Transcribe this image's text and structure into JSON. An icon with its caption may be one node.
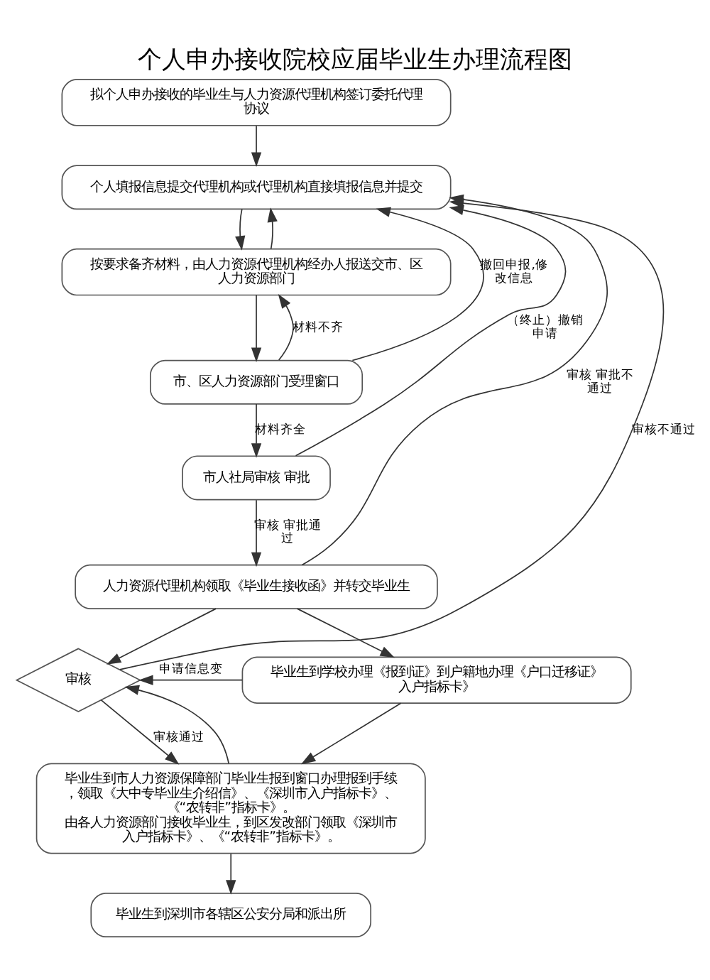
{
  "diagram": {
    "title": "个人申办接收院校应届毕业生办理流程图",
    "nodes": [
      {
        "text": [
          "拟个人申办接收的毕业生与人力资源代理机构签订委托代理协议"
        ]
      },
      {
        "text": [
          "个人填报信息提交代理机构或代理机构直接填报信息并提交"
        ]
      },
      {
        "text": [
          "按要求备齐材料，由人力资源代理机构经办人报送交市、区人力资源部门"
        ]
      },
      {
        "text": [
          "市、区人力资源部门受理窗口"
        ]
      },
      {
        "text": [
          "市人社局审核 审批"
        ]
      },
      {
        "text": [
          "人力资源代理机构领取《毕业生接收函》并转交毕业生"
        ]
      },
      {
        "text": [
          "审核"
        ]
      },
      {
        "text": [
          "毕业生到学校办理《报到证》到户籍地办理《户口迁移证》入户指标卡》"
        ]
      },
      {
        "text": [
          "毕业生到市人力资源保障部门毕业生报到窗口办理报到手续，领取《大中专毕业生介绍信》、《深圳市入户指标卡》、《“农转非”指标卡》。",
          "由各人力资源部门接收毕业生，到区发改部门领取《深圳市入户指标卡》、《“农转非”指标卡》。"
        ]
      },
      {
        "text": [
          "毕业生到深圳市各辖区公安分局和派出所"
        ]
      }
    ],
    "edges": [
      {
        "from": 0,
        "to": 1,
        "arrow": "to"
      },
      {
        "from": 1,
        "to": 2,
        "arrow": "to"
      },
      {
        "from": 2,
        "to": 3,
        "arrow": "to"
      },
      {
        "from": 3,
        "to": 4,
        "arrow": "to",
        "label": "材料齐全"
      },
      {
        "from": 4,
        "to": 5,
        "arrow": "to",
        "label": "审核 审批通过"
      },
      {
        "from": 5,
        "to": 7,
        "arrow": "to"
      },
      {
        "from": 7,
        "to": 8,
        "arrow": "to"
      },
      {
        "from": 8,
        "to": 9,
        "arrow": "to"
      },
      {
        "from": 2,
        "to": 1,
        "arrow": "to"
      },
      {
        "from": 3,
        "to": 1,
        "arrow": "to",
        "label": "撤回申报,修改信息"
      },
      {
        "from": 4,
        "to": 1,
        "arrow": "to",
        "label": "（终止）撤销申请"
      },
      {
        "from": 6,
        "to": 1,
        "arrow": "to",
        "label": "审核不通过"
      },
      {
        "from": 3,
        "to": 2,
        "arrow": "to",
        "label": "材料不齐"
      },
      {
        "from": 5,
        "to": 1,
        "arrow": "to",
        "label": "审核 审批不通过"
      },
      {
        "from": 5,
        "to": 6,
        "arrow": "to"
      },
      {
        "from": 7,
        "to": 6,
        "arrow": "to",
        "label": "申请信息变"
      },
      {
        "from": 6,
        "to": 8,
        "arrow": "to",
        "label": "审核通过"
      },
      {
        "from": 8,
        "to": 6,
        "arrow": "to"
      }
    ]
  }
}
